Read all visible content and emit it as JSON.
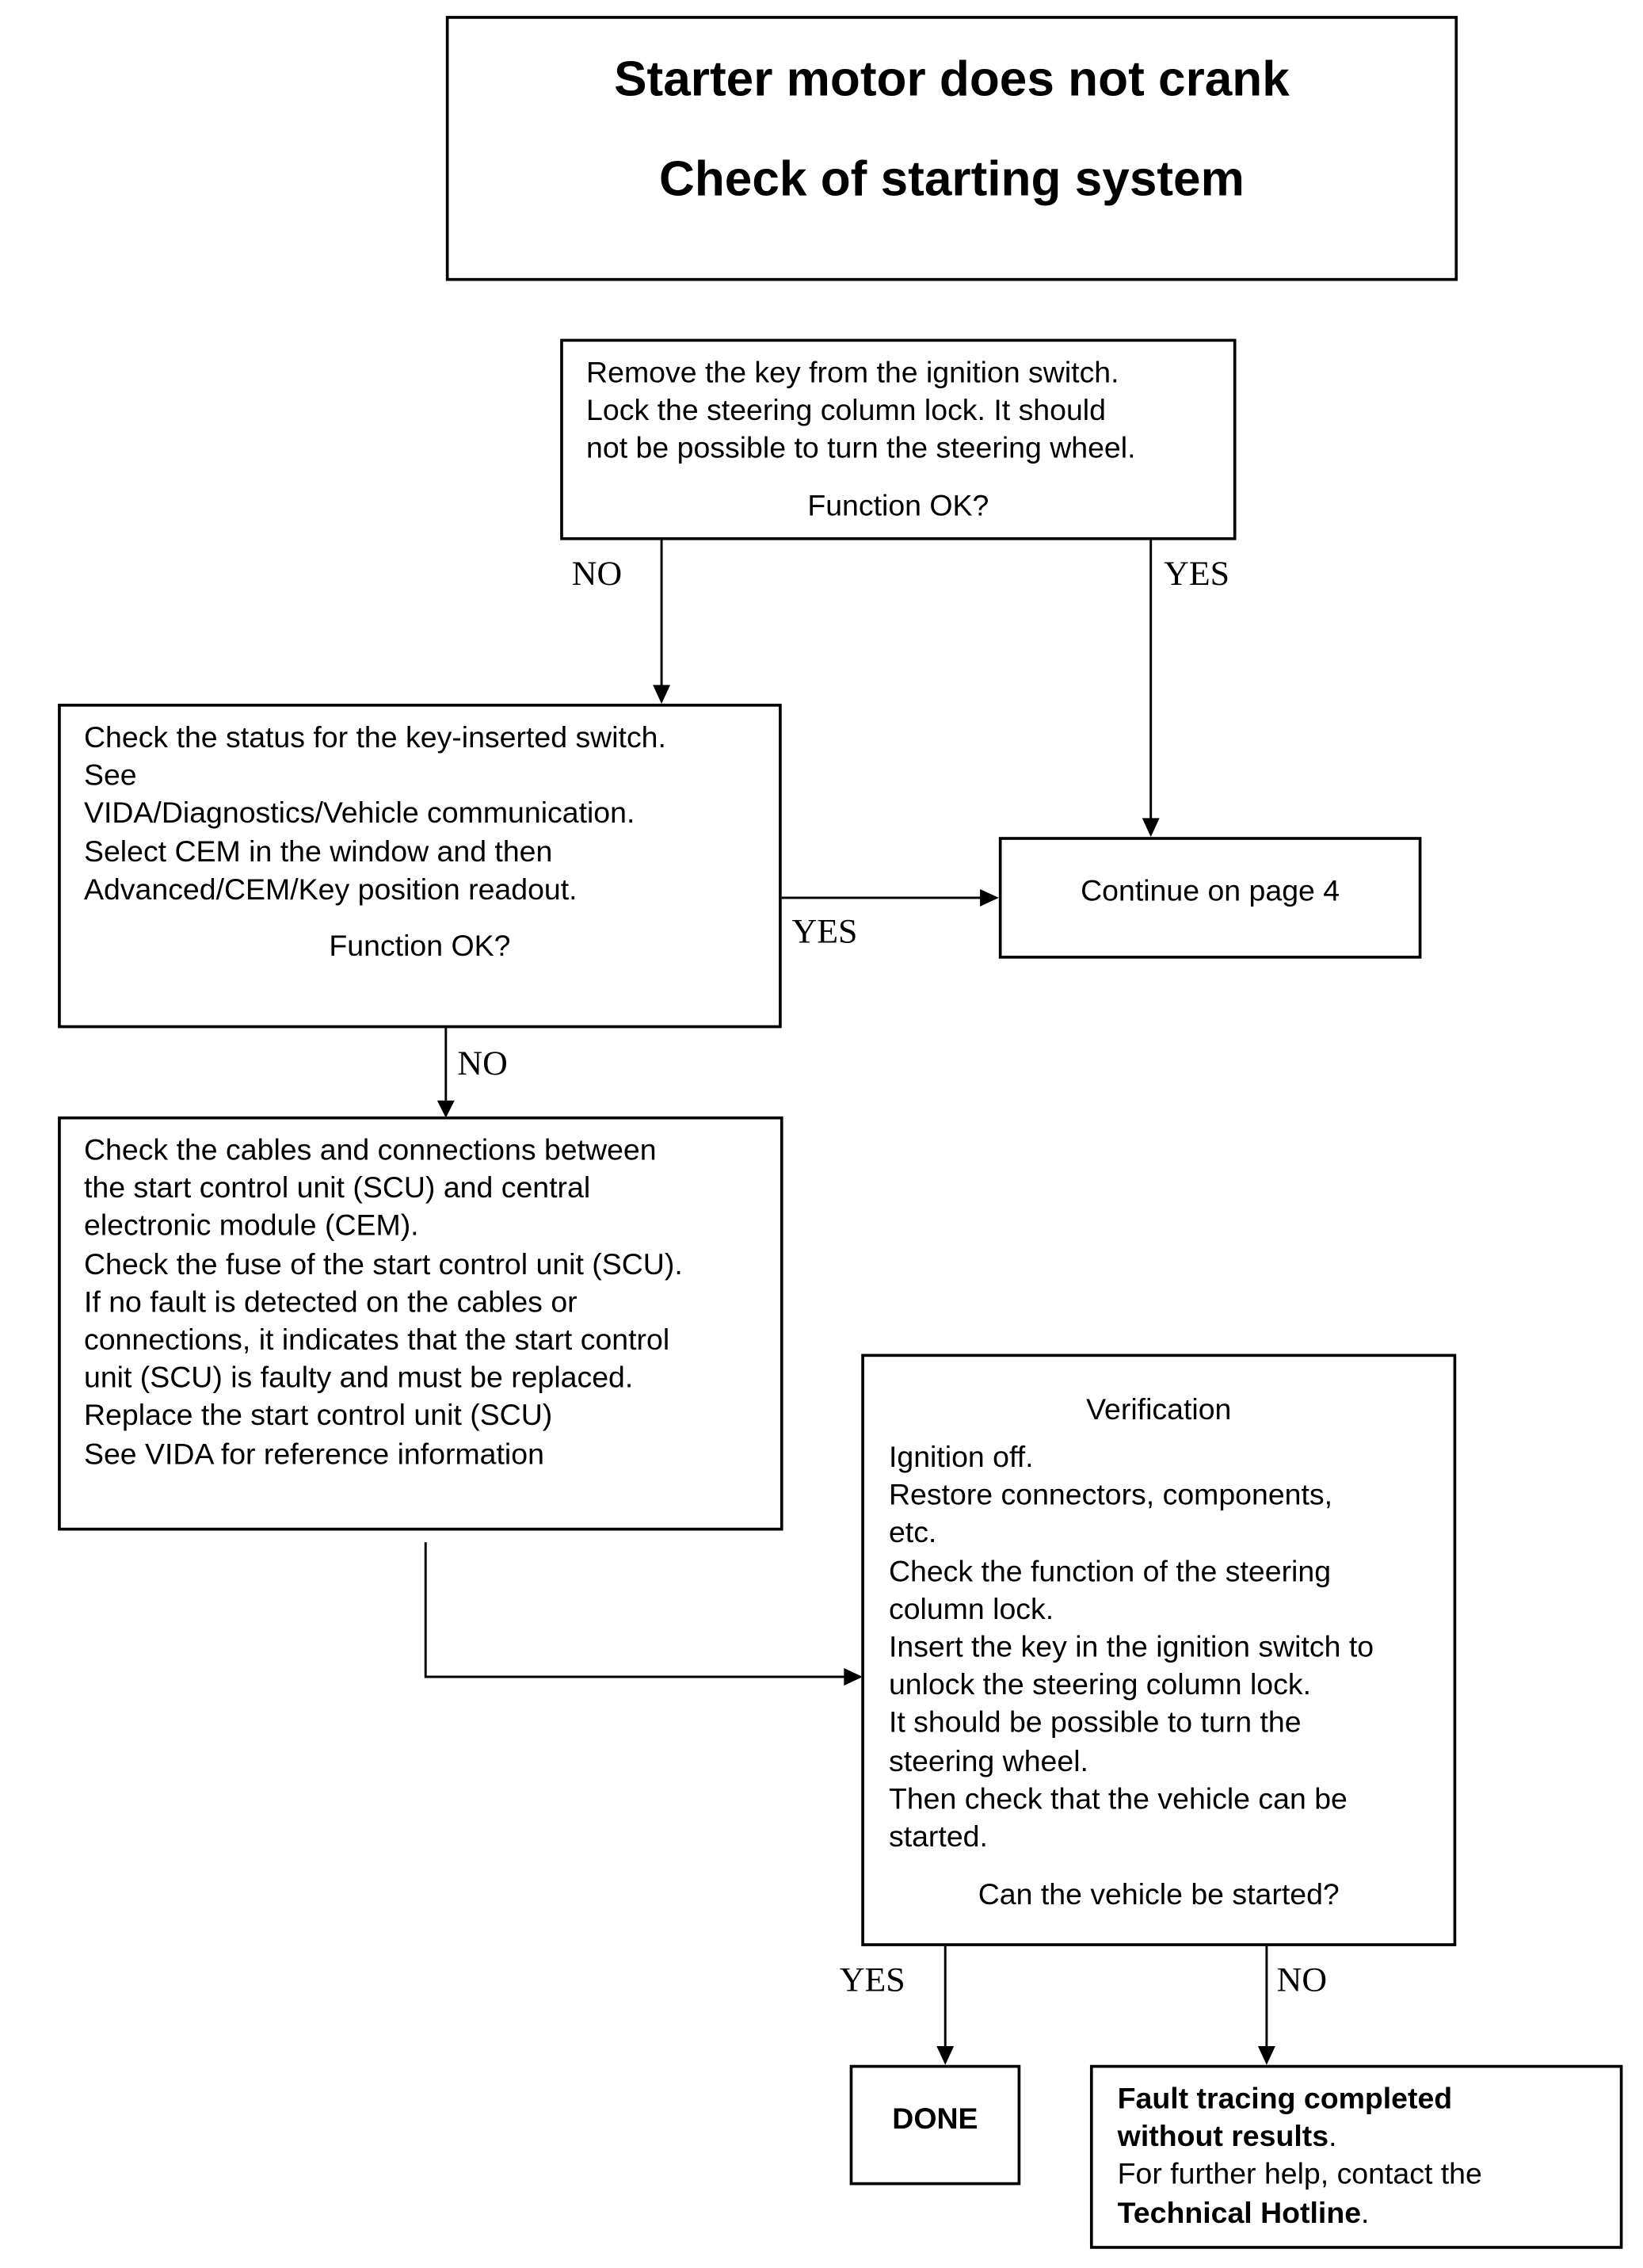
{
  "title": {
    "line1": "Starter motor does not crank",
    "line2": "Check of starting system"
  },
  "step1": {
    "lines": [
      "Remove the key from the ignition switch.",
      "Lock the steering column lock. It should",
      "not be possible to turn the steering wheel."
    ],
    "question": "Function OK?"
  },
  "step2": {
    "lines": [
      "Check the status for the key-inserted switch.",
      "See",
      "VIDA/Diagnostics/Vehicle communication.",
      "Select CEM in the window and then",
      "Advanced/CEM/Key position readout."
    ],
    "question": "Function OK?"
  },
  "continue": {
    "text": "Continue on page 4"
  },
  "step3": {
    "lines": [
      "Check the cables and connections between",
      "the start control unit (SCU) and central",
      "electronic module (CEM).",
      "Check the fuse of the start control unit (SCU).",
      "If no fault is detected on the cables or",
      "connections, it indicates that the start control",
      "unit (SCU) is faulty and must be replaced.",
      "Replace the start control unit (SCU)",
      "See VIDA for reference information"
    ]
  },
  "verification": {
    "heading": "Verification",
    "lines": [
      "Ignition off.",
      "Restore connectors, components,",
      "etc.",
      "Check the function of the steering",
      "column lock.",
      "Insert the key in the ignition switch to",
      "unlock the steering column lock.",
      "It should be possible to turn the",
      "steering wheel.",
      "Then check that the vehicle can be",
      "started."
    ],
    "question": "Can the vehicle be started?"
  },
  "done": {
    "text": "DONE"
  },
  "fault": {
    "bold1": "Fault tracing completed",
    "bold2": "without results",
    "period": ".",
    "line3": "For further help, contact the",
    "bold4": "Technical Hotline",
    "period2": "."
  },
  "labels": {
    "s1_no": "NO",
    "s1_yes": "YES",
    "s2_yes": "YES",
    "s2_no": "NO",
    "v_yes": "YES",
    "v_no": "NO"
  }
}
